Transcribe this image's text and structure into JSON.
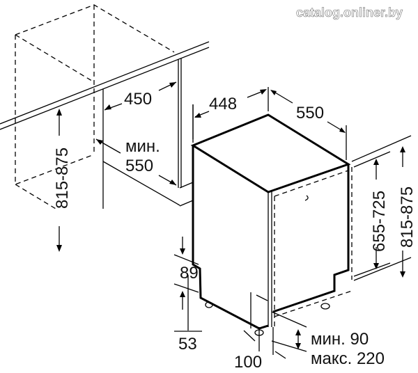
{
  "diagram": {
    "cabinet": {
      "width_label": "450",
      "depth_min_label": "мин.",
      "depth_value": "550",
      "height_label": "815-875"
    },
    "dishwasher": {
      "width_label": "448",
      "depth_label": "550",
      "door_height_label": "655-725",
      "total_height_label": "815-875",
      "plinth_label": "89",
      "foot_label": "53",
      "offset_label": "100",
      "plinth_min_label": "мин. 90",
      "plinth_max_label": "макс. 220"
    },
    "watermark": "catalog.onliner.by"
  }
}
